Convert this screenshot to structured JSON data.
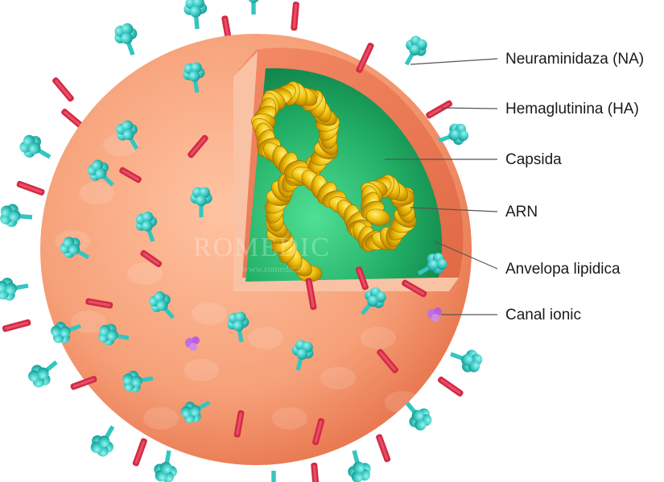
{
  "diagram": {
    "labels": [
      {
        "id": "neuraminidaza",
        "text": "Neuraminidaza (NA)"
      },
      {
        "id": "hemaglutinina",
        "text": "Hemaglutinina (HA)"
      },
      {
        "id": "capsida",
        "text": "Capsida"
      },
      {
        "id": "arn",
        "text": "ARN"
      },
      {
        "id": "anvelopa",
        "text": "Anvelopa lipidica"
      },
      {
        "id": "canal",
        "text": "Canal ionic"
      }
    ],
    "watermark": {
      "logo": "ROMEDIC",
      "url": "www.romedic.ro"
    },
    "colors": {
      "envelope": "#f4a27a",
      "envelope_edge": "#e8764e",
      "hemagglutinin": "#d42a45",
      "neuraminidase": "#33c6c0",
      "capsid": "#1ea25c",
      "rna": "#e8b40a",
      "ion_channel": "#c070e0",
      "leader_line": "#555555"
    }
  }
}
